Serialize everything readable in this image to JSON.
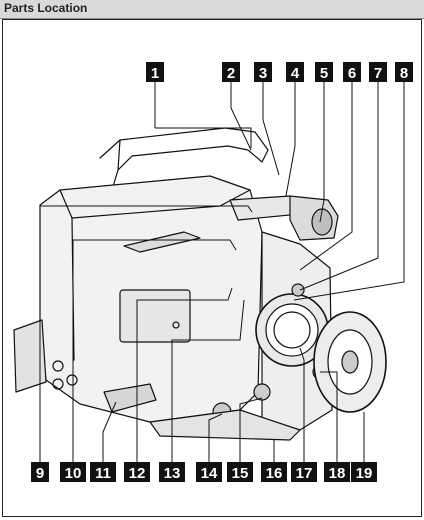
{
  "header": {
    "text": "Parts Location"
  },
  "callouts": {
    "top": [
      "1",
      "2",
      "3",
      "4",
      "5",
      "6",
      "7",
      "8"
    ],
    "bottom": [
      "9",
      "10",
      "11",
      "12",
      "13",
      "14",
      "15",
      "16",
      "17",
      "18",
      "19"
    ]
  }
}
